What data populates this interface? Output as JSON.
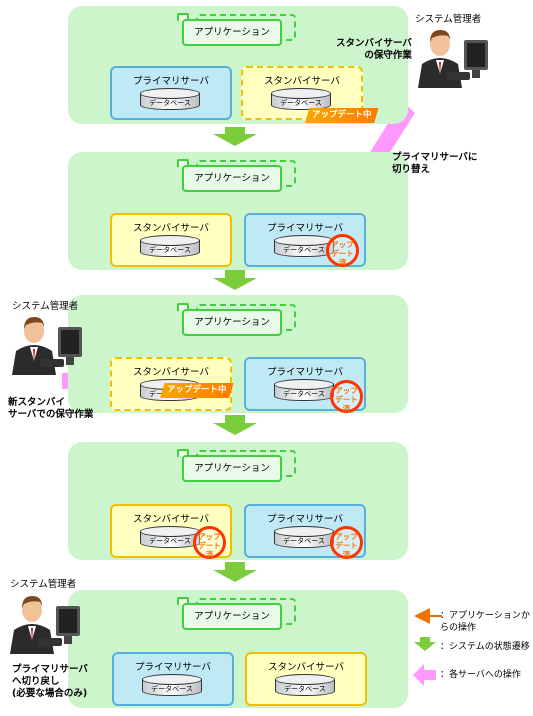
{
  "labels": {
    "application": "アプリケーション",
    "primary_server": "プライマリサーバ",
    "standby_server": "スタンバイサーバ",
    "database": "データベース",
    "updating": "アップデート中",
    "update_done_line1": "アップ",
    "update_done_line2": "デート",
    "update_done_line3": "済",
    "admin": "システム管理者"
  },
  "notes": {
    "standby_maintenance_line1": "スタンバイサーバ",
    "standby_maintenance_line2": "の保守作業",
    "switch_to_primary_line1": "プライマリサーバに",
    "switch_to_primary_line2": "切り替え",
    "new_standby_maintenance_line1": "新スタンバイ",
    "new_standby_maintenance_line2": "サーバでの保守作業",
    "switch_back_line1": "プライマリサーバ",
    "switch_back_line2": "へ切り戻し",
    "switch_back_line3": "(必要な場合のみ)"
  },
  "legend": {
    "app_op_line1": "：アプリケーションか",
    "app_op_line2": "らの操作",
    "state_transition": "：システムの状態遷移",
    "server_op": "：各サーバへの操作"
  },
  "colors": {
    "stage_bg": "#ccf5cc",
    "app_border": "#3fcf3f",
    "primary_fill": "#bfeaf5",
    "standby_fill": "#ffffbf",
    "app_arrow": "#f07000",
    "transition_arrow": "#7ccd3c",
    "server_op_arrow": "#ff99ff",
    "update_circle": "#ff3300"
  }
}
